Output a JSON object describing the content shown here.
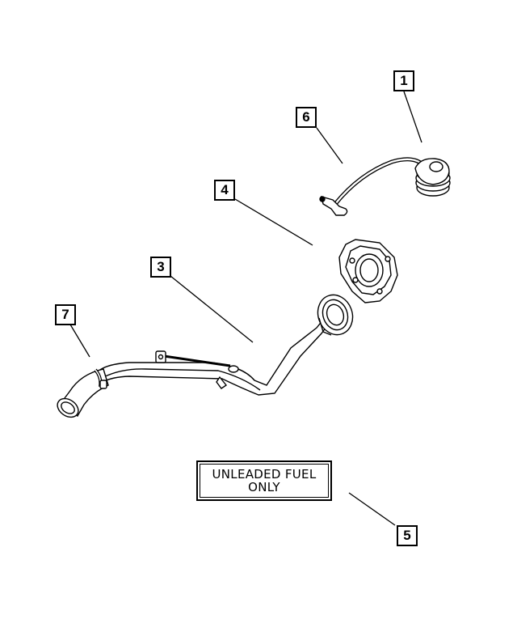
{
  "callouts": {
    "c1": "1",
    "c3": "3",
    "c4": "4",
    "c5": "5",
    "c6": "6",
    "c7": "7"
  },
  "decal": {
    "line1": "UNLEADED FUEL",
    "line2": "ONLY"
  },
  "parts": [
    {
      "callout": "1",
      "icon": "fuel-cap-icon"
    },
    {
      "callout": "6",
      "icon": "tether-icon"
    },
    {
      "callout": "4",
      "icon": "filler-housing-icon"
    },
    {
      "callout": "3",
      "icon": "filler-tube-icon"
    },
    {
      "callout": "7",
      "icon": "hose-clamp-icon"
    },
    {
      "callout": "5",
      "icon": "fuel-label-icon"
    }
  ]
}
